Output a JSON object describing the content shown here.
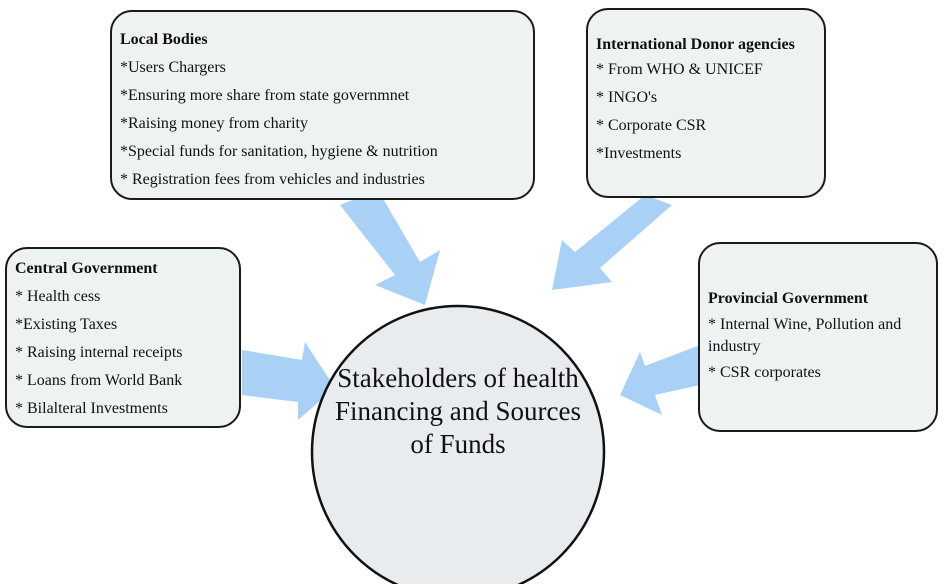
{
  "center": {
    "label": "Stakeholders of health Financing and Sources of Funds"
  },
  "local_bodies": {
    "title": "Local Bodies",
    "items": [
      "*Users Chargers",
      "*Ensuring more share from state governmnet",
      "*Raising money from charity",
      "*Special funds for sanitation, hygiene & nutrition",
      "* Registration fees from vehicles and industries"
    ]
  },
  "international": {
    "title": "International Donor agencies",
    "items": [
      "* From WHO & UNICEF",
      "* INGO's",
      "* Corporate CSR",
      "*Investments"
    ]
  },
  "central": {
    "title": "Central Government",
    "items": [
      "* Health cess",
      "*Existing Taxes",
      "* Raising internal receipts",
      "* Loans from World Bank",
      "* Bilalteral Investments"
    ]
  },
  "provincial": {
    "title": "Provincial Government",
    "items": [
      "* Internal Wine, Pollution and industry",
      "* CSR corporates"
    ]
  },
  "colors": {
    "arrow": "#a9d1f5",
    "box_fill": "#eef2f3",
    "circle_fill": "#e8ecee"
  }
}
